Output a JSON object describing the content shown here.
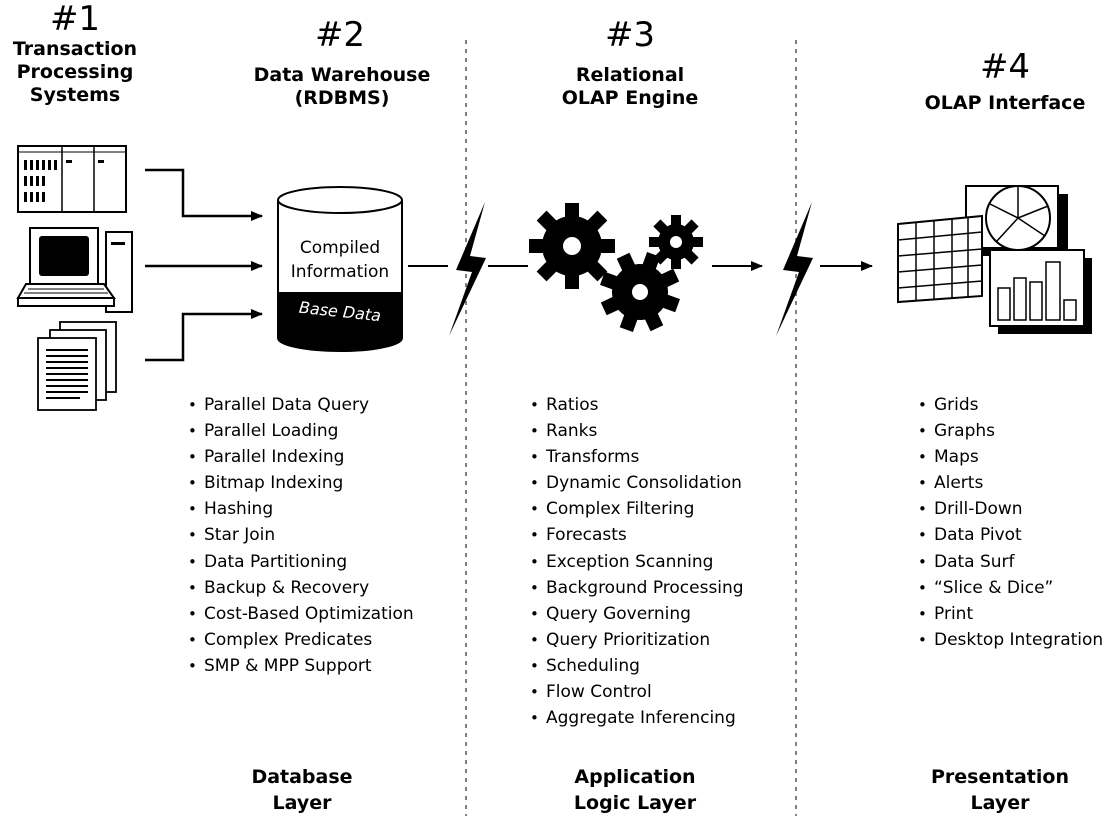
{
  "columns": [
    {
      "number": "#1",
      "heading_lines": [
        "Transaction",
        "Processing",
        "Systems"
      ]
    },
    {
      "number": "#2",
      "heading_lines": [
        "Data Warehouse",
        "(RDBMS)"
      ]
    },
    {
      "number": "#3",
      "heading_lines": [
        "Relational",
        "OLAP Engine"
      ]
    },
    {
      "number": "#4",
      "heading_lines": [
        "OLAP Interface"
      ]
    }
  ],
  "cylinder": {
    "main_lines": [
      "Compiled",
      "Information"
    ],
    "base_label": "Base Data"
  },
  "lists": {
    "warehouse": [
      "Parallel Data Query",
      "Parallel Loading",
      "Parallel Indexing",
      "Bitmap Indexing",
      "Hashing",
      "Star Join",
      "Data Partitioning",
      "Backup & Recovery",
      "Cost-Based Optimization",
      "Complex Predicates",
      "SMP & MPP Support"
    ],
    "engine": [
      "Ratios",
      "Ranks",
      "Transforms",
      "Dynamic Consolidation",
      "Complex Filtering",
      "Forecasts",
      "Exception Scanning",
      "Background Processing",
      "Query Governing",
      "Query Prioritization",
      "Scheduling",
      "Flow Control",
      "Aggregate Inferencing"
    ],
    "interface": [
      "Grids",
      "Graphs",
      "Maps",
      "Alerts",
      "Drill-Down",
      "Data Pivot",
      "Data Surf",
      "“Slice & Dice”",
      "Print",
      "Desktop Integration"
    ]
  },
  "layers": [
    {
      "lines": [
        "Database",
        "Layer"
      ]
    },
    {
      "lines": [
        "Application",
        "Logic Layer"
      ]
    },
    {
      "lines": [
        "Presentation",
        "Layer"
      ]
    }
  ],
  "icons": [
    "server-rack-icon",
    "computer-terminal-icon",
    "documents-icon",
    "database-cylinder-icon",
    "lightning-bolt-icon",
    "gears-icon",
    "charts-spreadsheet-icon"
  ]
}
